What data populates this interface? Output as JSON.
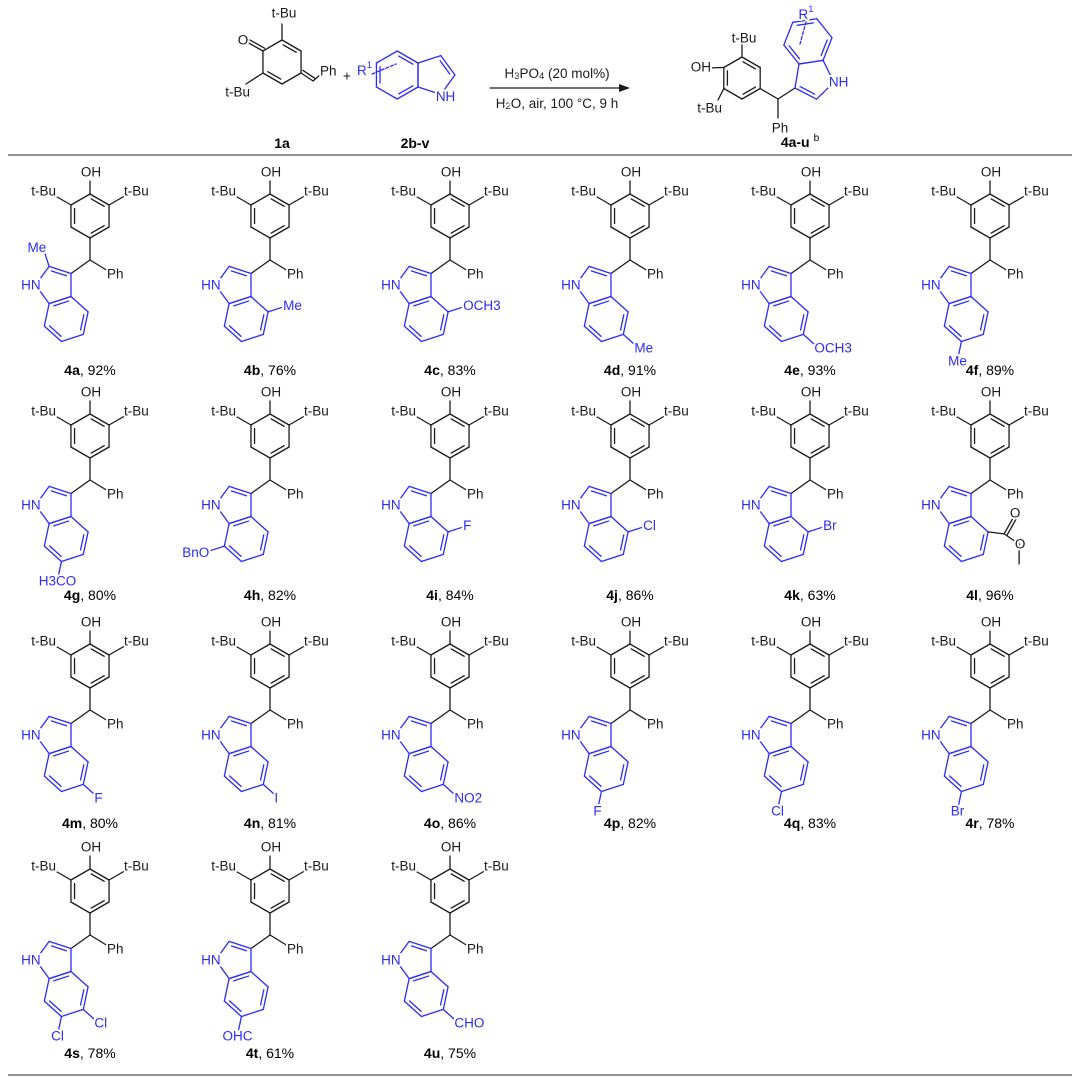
{
  "scheme": {
    "reactant1": {
      "id": "1a",
      "carbonyl": "O",
      "tbu": "t-Bu",
      "ph": "Ph"
    },
    "reactant2": {
      "id": "2b-v",
      "plus": "+",
      "r": "R1",
      "nh": "NH"
    },
    "conditions": [
      "H3PO4 (20 mol%)",
      "H2O, air, 100 °C, 9 h"
    ],
    "product": {
      "id": "4a-u",
      "footnote": "b",
      "oh": "OH",
      "tbu": "t-Bu",
      "ph": "Ph",
      "r": "R1",
      "nh": "NH"
    }
  },
  "common": {
    "oh": "OH",
    "tbu": "t-Bu",
    "ph": "Ph",
    "nh": "HN"
  },
  "colors": {
    "core": "#1a1a1a",
    "indole": "#2b2bff",
    "rule": "#555555"
  },
  "compounds": [
    {
      "id": "4a",
      "yield": "92%",
      "subs": [
        {
          "pos": "2",
          "label": "Me"
        }
      ]
    },
    {
      "id": "4b",
      "yield": "76%",
      "subs": [
        {
          "pos": "4",
          "label": "Me"
        }
      ]
    },
    {
      "id": "4c",
      "yield": "83%",
      "subs": [
        {
          "pos": "4",
          "label": "OCH3"
        }
      ]
    },
    {
      "id": "4d",
      "yield": "91%",
      "subs": [
        {
          "pos": "5",
          "label": "Me"
        }
      ]
    },
    {
      "id": "4e",
      "yield": "93%",
      "subs": [
        {
          "pos": "5",
          "label": "OCH3"
        }
      ]
    },
    {
      "id": "4f",
      "yield": "89%",
      "subs": [
        {
          "pos": "6",
          "label": "Me"
        }
      ]
    },
    {
      "id": "4g",
      "yield": "80%",
      "subs": [
        {
          "pos": "6",
          "label": "H3CO"
        }
      ]
    },
    {
      "id": "4h",
      "yield": "82%",
      "subs": [
        {
          "pos": "7",
          "label": "BnO"
        }
      ]
    },
    {
      "id": "4i",
      "yield": "84%",
      "subs": [
        {
          "pos": "4",
          "label": "F"
        }
      ]
    },
    {
      "id": "4j",
      "yield": "86%",
      "subs": [
        {
          "pos": "4",
          "label": "Cl"
        }
      ]
    },
    {
      "id": "4k",
      "yield": "63%",
      "subs": [
        {
          "pos": "4",
          "label": "Br"
        }
      ]
    },
    {
      "id": "4l",
      "yield": "96%",
      "subs": [
        {
          "pos": "4",
          "type": "ester",
          "o1": "O",
          "o2": "O"
        }
      ]
    },
    {
      "id": "4m",
      "yield": "80%",
      "subs": [
        {
          "pos": "5",
          "label": "F"
        }
      ]
    },
    {
      "id": "4n",
      "yield": "81%",
      "subs": [
        {
          "pos": "5",
          "label": "I"
        }
      ]
    },
    {
      "id": "4o",
      "yield": "86%",
      "subs": [
        {
          "pos": "5",
          "label": "NO2"
        }
      ]
    },
    {
      "id": "4p",
      "yield": "82%",
      "subs": [
        {
          "pos": "6",
          "label": "F"
        }
      ]
    },
    {
      "id": "4q",
      "yield": "83%",
      "subs": [
        {
          "pos": "6",
          "label": "Cl"
        }
      ]
    },
    {
      "id": "4r",
      "yield": "78%",
      "subs": [
        {
          "pos": "6",
          "label": "Br"
        }
      ]
    },
    {
      "id": "4s",
      "yield": "78%",
      "subs": [
        {
          "pos": "5",
          "label": "Cl"
        },
        {
          "pos": "6",
          "label": "Cl"
        }
      ]
    },
    {
      "id": "4t",
      "yield": "61%",
      "subs": [
        {
          "pos": "6",
          "label": "OHC"
        }
      ]
    },
    {
      "id": "4u",
      "yield": "75%",
      "subs": [
        {
          "pos": "5",
          "label": "CHO"
        }
      ]
    }
  ]
}
